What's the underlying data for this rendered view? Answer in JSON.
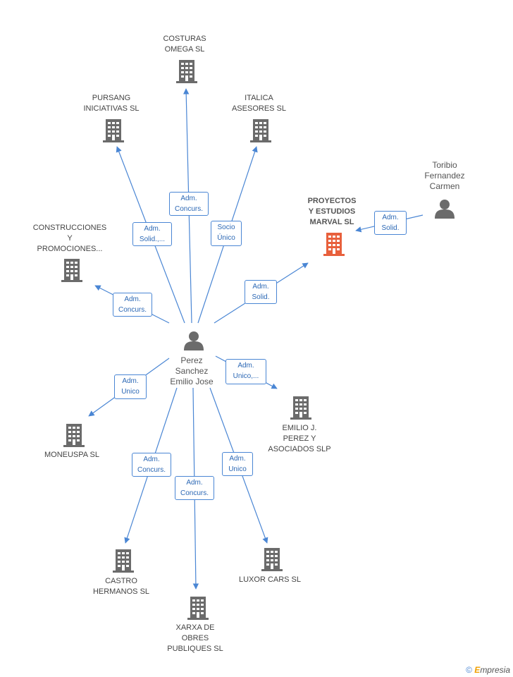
{
  "nodes": {
    "costuras": {
      "label": "COSTURAS\nOMEGA SL"
    },
    "pursang": {
      "label": "PURSANG\nINICIATIVAS SL"
    },
    "italica": {
      "label": "ITALICA\nASESORES SL"
    },
    "construcciones": {
      "label": "CONSTRUCCIONES\nY\nPROMOCIONES..."
    },
    "proyectos": {
      "label": "PROYECTOS\nY ESTUDIOS\nMARVAL SL"
    },
    "toribio": {
      "label": "Toribio\nFernandez\nCarmen"
    },
    "perez": {
      "label": "Perez\nSanchez\nEmilio Jose"
    },
    "moneuspa": {
      "label": "MONEUSPA SL"
    },
    "emilio": {
      "label": "EMILIO J.\nPEREZ Y\nASOCIADOS SLP"
    },
    "castro": {
      "label": "CASTRO\nHERMANOS SL"
    },
    "luxor": {
      "label": "LUXOR CARS SL"
    },
    "xarxa": {
      "label": "XARXA DE\nOBRES\nPUBLIQUES SL"
    }
  },
  "edges": {
    "costuras": "Adm.\nConcurs.",
    "pursang": "Adm.\nSolid.,...",
    "italica": "Socio\nÚnico",
    "construcciones": "Adm.\nConcurs.",
    "proyectos": "Adm.\nSolid.",
    "toribio": "Adm.\nSolid.",
    "moneuspa": "Adm.\nUnico",
    "emilio": "Adm.\nUnico,...",
    "castro": "Adm.\nConcurs.",
    "xarxa": "Adm.\nConcurs.",
    "luxor": "Adm.\nUnico"
  },
  "colors": {
    "company": "#6b6b6b",
    "focus_company": "#e8603c",
    "person": "#6b6b6b",
    "edge": "#4a86d4"
  },
  "footer": {
    "copyright": "©",
    "brand_e": "E",
    "brand_rest": "mpresia"
  }
}
